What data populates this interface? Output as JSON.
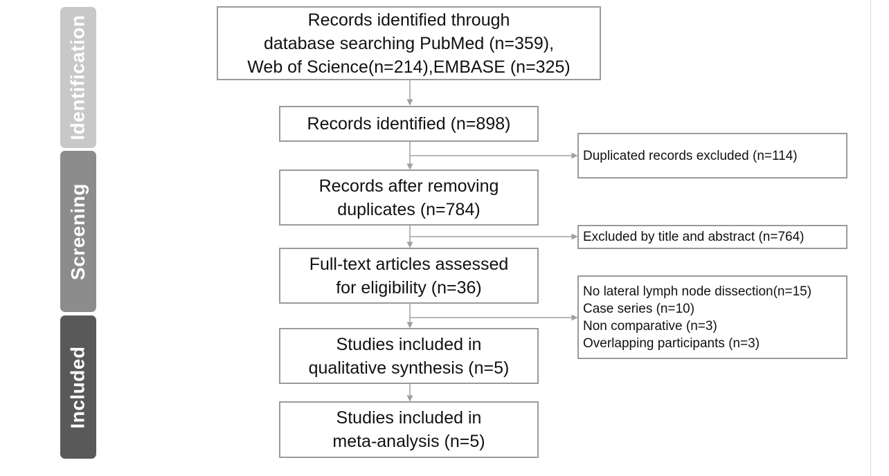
{
  "stages": [
    {
      "label": "Identification",
      "color": "#c8c8c8"
    },
    {
      "label": "Screening",
      "color": "#8c8c8c"
    },
    {
      "label": "Included",
      "color": "#595959"
    }
  ],
  "boxes": {
    "database_search": "Records identified through\ndatabase searching PubMed (n=359),\nWeb of Science(n=214),EMBASE (n=325)",
    "records_identified": "Records identified (n=898)",
    "after_duplicates": "Records after removing\nduplicates (n=784)",
    "full_text": "Full-text articles assessed\nfor eligibility (n=36)",
    "qualitative": "Studies included in\nqualitative synthesis (n=5)",
    "meta_analysis": "Studies included in\nmeta-analysis (n=5)"
  },
  "exclusions": {
    "duplicates": "Duplicated records excluded (n=114)",
    "title_abstract": "Excluded by title and abstract (n=764)",
    "full_text_reasons": [
      "No lateral lymph node dissection(n=15)",
      "Case series (n=10)",
      "Non comparative (n=3)",
      "Overlapping participants (n=3)"
    ]
  },
  "colors": {
    "box_border": "#9a9a9a",
    "arrow": "#a0a0a0"
  }
}
